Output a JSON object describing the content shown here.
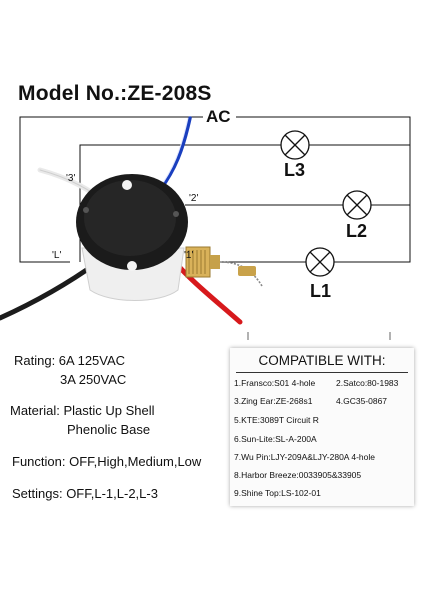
{
  "title": "Model No.:ZE-208S",
  "ac_label": "AC",
  "terminals": {
    "t3": "'3'",
    "t2": "'2'",
    "t1": "'1'",
    "tl": "'L'"
  },
  "lamps": {
    "l1": "L1",
    "l2": "L2",
    "l3": "L3"
  },
  "specs": {
    "rating_line1": "Rating: 6A 125VAC",
    "rating_line2": "3A 250VAC",
    "material_line1": "Material: Plastic Up Shell",
    "material_line2": "Phenolic Base",
    "function": "Function: OFF,High,Medium,Low",
    "settings": "Settings: OFF,L-1,L-2,L-3"
  },
  "compatible": {
    "title": "COMPATIBLE WITH:",
    "items": [
      "1.Fransco:S01 4-hole",
      "2.Satco:80-1983",
      "3.Zing Ear:ZE-268s1",
      "4.GC35-0867",
      "5.KTE:3089T Circuit R",
      "6.Sun-Lite:SL-A-200A",
      "7.Wu Pin:LJY-209A&LJY-280A 4-hole",
      "8.Harbor Breeze:0033905&33905",
      "9.Shine Top:LS-102-01"
    ]
  }
}
